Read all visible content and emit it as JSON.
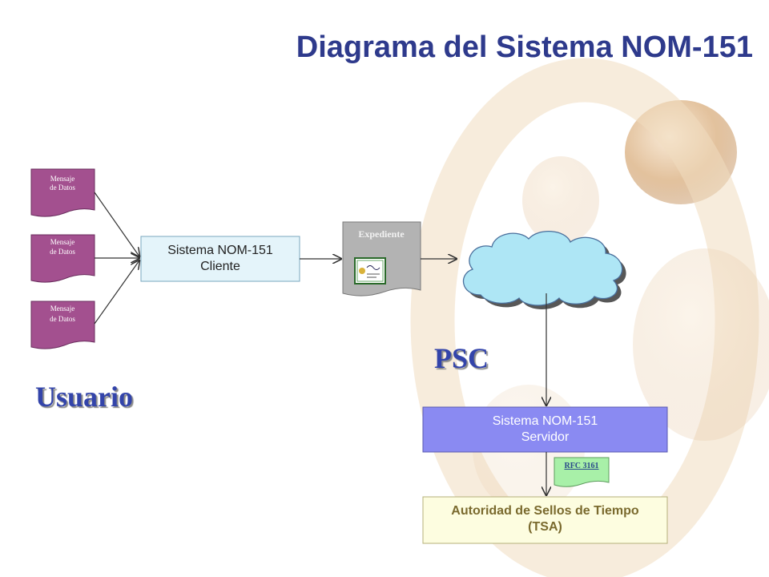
{
  "title": "Diagrama del Sistema NOM-151",
  "user_docs": {
    "line1": "Mensaje",
    "line2": "de Datos"
  },
  "client_box": {
    "line1": "Sistema NOM-151",
    "line2": "Cliente"
  },
  "expediente": {
    "label": "Expediente"
  },
  "server_box": {
    "line1": "Sistema NOM-151",
    "line2": "Servidor"
  },
  "rfc": {
    "label": "RFC 3161"
  },
  "tsa_box": {
    "line1": "Autoridad de Sellos de Tiempo",
    "line2": "(TSA)"
  },
  "labels": {
    "usuario": "Usuario",
    "psc": "PSC"
  },
  "colors": {
    "title": "#2e3a8c",
    "doc_fill": "#a3508f",
    "client_fill": "#e4f4fa",
    "cloud_fill": "#aee6f5",
    "server_fill": "#8a8af2",
    "tsa_fill": "#fdfde0",
    "tsa_text": "#7a6a2e",
    "rfc_fill": "#a8f0a8",
    "expediente_fill": "#b3b3b3"
  }
}
